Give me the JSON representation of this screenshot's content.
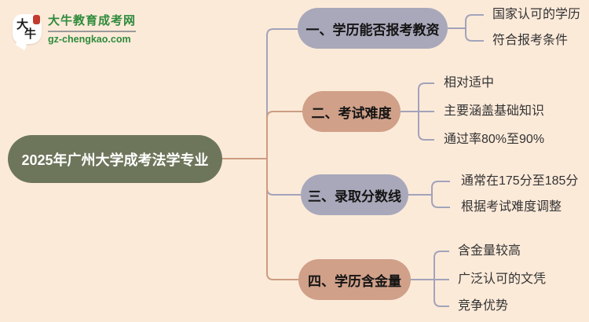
{
  "logo": {
    "bubble_chars": [
      "大",
      "牛"
    ],
    "title": "大牛教育成考网",
    "domain": "gz-chengkao.com"
  },
  "root": {
    "label": "2025年广州大学成考法学专业"
  },
  "branches": [
    {
      "label": "一、学历能否报考教资",
      "leaves": [
        "国家认可的学历",
        "符合报考条件"
      ]
    },
    {
      "label": "二、考试难度",
      "leaves": [
        "相对适中",
        "主要涵盖基础知识",
        "通过率80%至90%"
      ]
    },
    {
      "label": "三、录取分数线",
      "leaves": [
        "通常在175分至185分",
        "根据考试难度调整"
      ]
    },
    {
      "label": "四、学历含金量",
      "leaves": [
        "含金量较高",
        "广泛认可的文凭",
        "竞争优势"
      ]
    }
  ],
  "colors": {
    "background": "#fcead9",
    "root_fill": "#6d765b",
    "root_text": "#ffffff",
    "lavender_fill": "#a8a8ba",
    "salmon_fill": "#d0a089",
    "lavender_line": "#a2a3ba",
    "salmon_line": "#cc9c80",
    "node_text": "#141414",
    "leaf_text": "#333333",
    "logo_green": "#2e8b3c",
    "seal_red": "#c23b2e"
  }
}
